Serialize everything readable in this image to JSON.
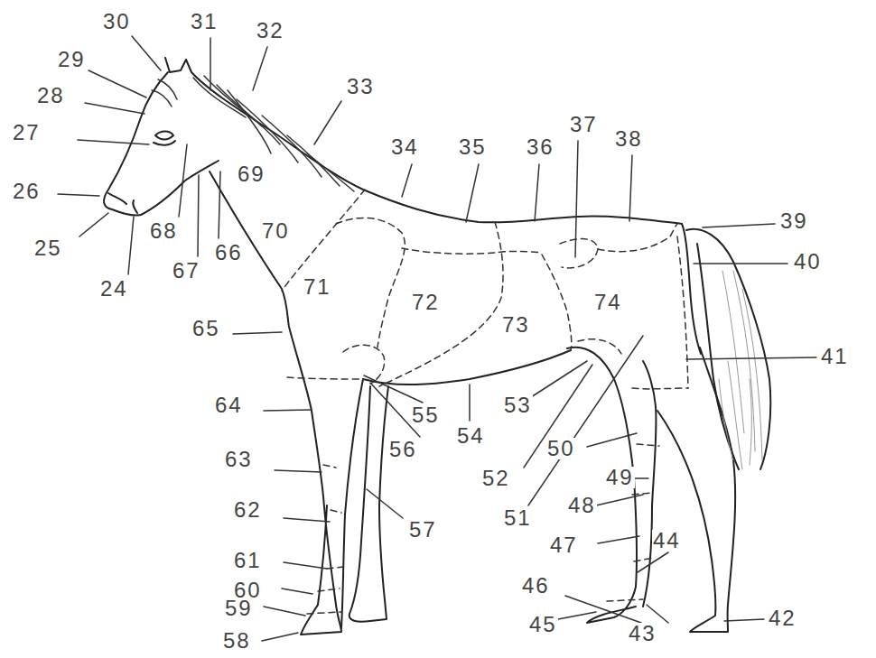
{
  "diagram": {
    "labels": [
      "30",
      "31",
      "32",
      "29",
      "33",
      "28",
      "37",
      "27",
      "34",
      "35",
      "36",
      "38",
      "69",
      "26",
      "39",
      "68",
      "70",
      "25",
      "66",
      "40",
      "67",
      "71",
      "24",
      "72",
      "74",
      "73",
      "65",
      "41",
      "64",
      "53",
      "55",
      "54",
      "50",
      "56",
      "63",
      "49",
      "52",
      "48",
      "62",
      "51",
      "57",
      "44",
      "47",
      "61",
      "46",
      "60",
      "59",
      "42",
      "45",
      "43",
      "58"
    ]
  }
}
